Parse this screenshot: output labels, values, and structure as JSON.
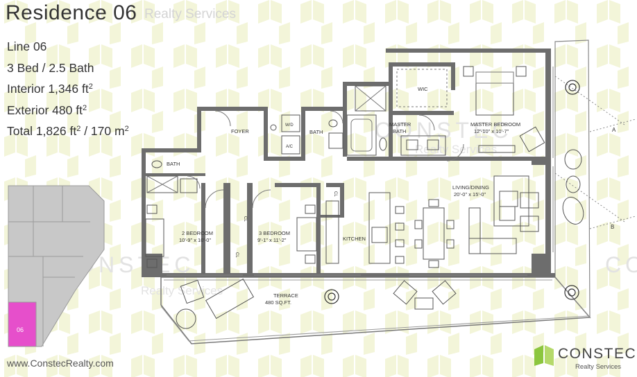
{
  "residence": {
    "title": "Residence 06",
    "line": "Line 06",
    "beds_baths": "3 Bed / 2.5 Bath",
    "interior_text": "Interior 1,346 ft",
    "exterior_text": "Exterior 480 ft",
    "total_text": "Total 1,826 ft",
    "total_metric": " / 170 m",
    "superscript": "2"
  },
  "watermark": {
    "brand": "CONSTEC",
    "sub": "Realty Services"
  },
  "footer": {
    "url": "www.ConstecRealty.com"
  },
  "logo": {
    "word": "CONSTEC",
    "sub": "Realty Services"
  },
  "keyplan": {
    "unit_label": "06",
    "highlight_color": "#e64fcb"
  },
  "colors": {
    "wall": "#6d6d6d",
    "pattern": "#f3f5d9",
    "text": "#333333"
  },
  "rooms": {
    "foyer": "FOYER",
    "bath": "BATH",
    "bath2": "BATH",
    "wic": "WIC",
    "master_bath_1": "MASTER",
    "master_bath_2": "BATH",
    "master_bedroom": "MASTER BEDROOM",
    "master_bedroom_dim": "12'-10\" x 10'-7\"",
    "living": "LIVING/DINING",
    "living_dim": "20'-0\" x 15'-0\"",
    "bedroom2": "2 BEDROOM",
    "bedroom2_dim": "10'-9\" x 10'-0\"",
    "bedroom3": "3 BEDROOM",
    "bedroom3_dim": "9'-1\" x 11'-2\"",
    "kitchen": "KITCHEN",
    "terrace": "TERRACE",
    "terrace_area": "480 SQ.FT.",
    "wd": "W/D",
    "ac": "A/C",
    "cl1": "CL",
    "cl2": "CL",
    "cl3": "CL",
    "marker_a": "A",
    "marker_b": "B"
  }
}
